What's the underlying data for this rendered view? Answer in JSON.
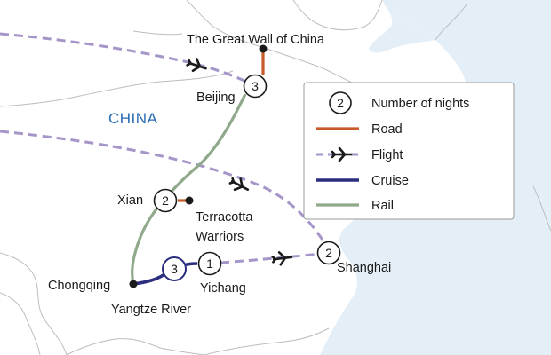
{
  "country_label": "CHINA",
  "stops": [
    {
      "key": "beijing",
      "name": "Beijing",
      "nights": "3"
    },
    {
      "key": "xian",
      "name": "Xian",
      "nights": "2"
    },
    {
      "key": "shanghai",
      "name": "Shanghai",
      "nights": "2"
    },
    {
      "key": "yichang",
      "name": "Yichang",
      "nights": "1"
    },
    {
      "key": "yangtze",
      "name": "Yangtze River",
      "nights": "3"
    },
    {
      "key": "chongqing",
      "name": "Chongqing"
    },
    {
      "key": "great_wall",
      "name": "The Great Wall of China"
    },
    {
      "key": "terracotta",
      "name_line1": "Terracotta",
      "name_line2": "Warriors"
    }
  ],
  "legend": {
    "nights_sample": "2",
    "nights_label": "Number of nights",
    "road_label": "Road",
    "flight_label": "Flight",
    "cruise_label": "Cruise",
    "rail_label": "Rail"
  },
  "colors": {
    "road": "#c85a27",
    "flight": "#a595c8",
    "cruise": "#2b2d7f",
    "rail": "#8fa98a",
    "sea": "#e3eef7",
    "border": "#bdbdbd",
    "country_label": "#2a6bb3",
    "land": "#ffffff"
  },
  "icons": {
    "flight": "airplane-icon"
  }
}
